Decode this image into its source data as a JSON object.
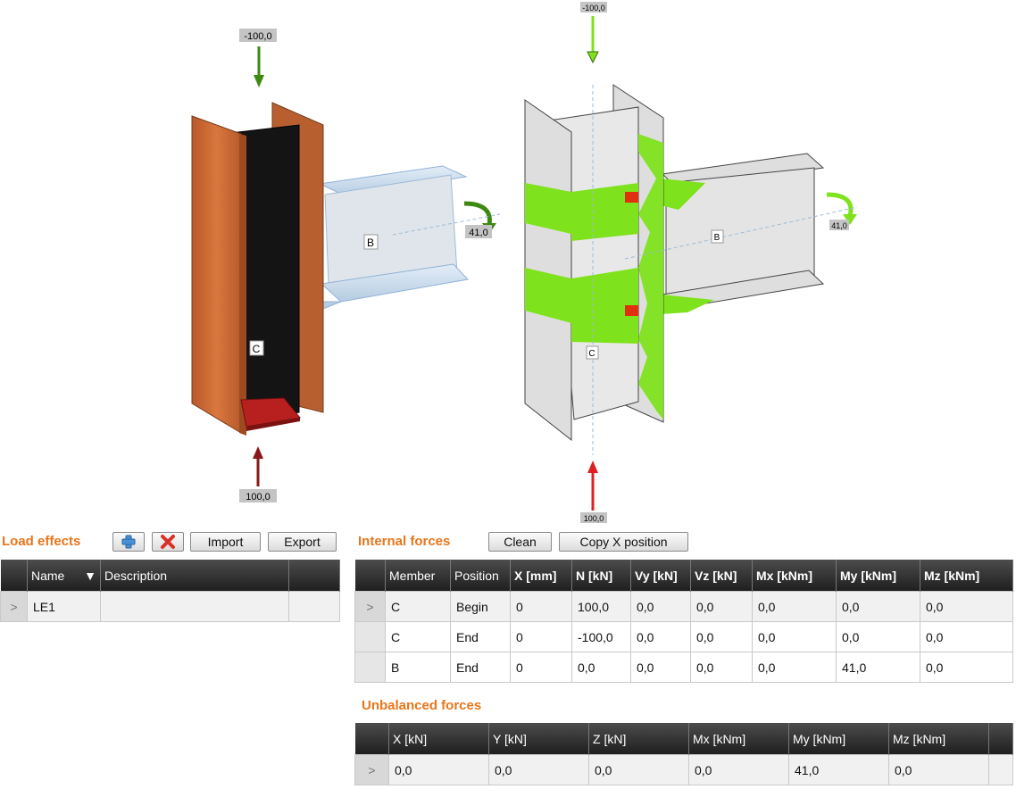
{
  "scene": {
    "left_model": {
      "load_top": "-100,0",
      "load_bottom": "100,0",
      "moment": "41,0",
      "label_column": "C",
      "label_beam": "B",
      "colors": {
        "flange": "#c8652e",
        "web": "#141414",
        "plate": "#b82020",
        "beam": "#c9dcef",
        "load_top": "#3d8a12",
        "load_bottom": "#8a1818"
      }
    },
    "right_model": {
      "load_top": "-100,0",
      "load_bottom": "100,0",
      "moment": "41,0",
      "label_column": "C",
      "label_beam": "B",
      "colors": {
        "body": "#dedede",
        "stress": "#7ee21c",
        "plastic": "#e03010",
        "load_top": "#7ee21c",
        "load_bottom": "#e02020"
      }
    }
  },
  "load_effects": {
    "title": "Load effects",
    "add_icon": "plus-icon",
    "delete_icon": "x-icon",
    "import_label": "Import",
    "export_label": "Export",
    "headers": {
      "name": "Name",
      "description": "Description"
    },
    "filter_icon": "filter-icon",
    "rows": [
      {
        "indicator": ">",
        "name": "LE1",
        "description": ""
      }
    ]
  },
  "internal_forces": {
    "title": "Internal forces",
    "clean_label": "Clean",
    "copy_label": "Copy X position",
    "headers": [
      "Member",
      "Position",
      "X [mm]",
      "N [kN]",
      "Vy [kN]",
      "Vz [kN]",
      "Mx [kNm]",
      "My [kNm]",
      "Mz [kNm]"
    ],
    "rows": [
      {
        "indicator": ">",
        "cells": [
          "C",
          "Begin",
          "0",
          "100,0",
          "0,0",
          "0,0",
          "0,0",
          "0,0",
          "0,0"
        ]
      },
      {
        "indicator": "",
        "cells": [
          "C",
          "End",
          "0",
          "-100,0",
          "0,0",
          "0,0",
          "0,0",
          "0,0",
          "0,0"
        ]
      },
      {
        "indicator": "",
        "cells": [
          "B",
          "End",
          "0",
          "0,0",
          "0,0",
          "0,0",
          "0,0",
          "41,0",
          "0,0"
        ]
      }
    ]
  },
  "unbalanced_forces": {
    "title": "Unbalanced forces",
    "headers": [
      "X [kN]",
      "Y [kN]",
      "Z [kN]",
      "Mx [kNm]",
      "My [kNm]",
      "Mz [kNm]"
    ],
    "rows": [
      {
        "indicator": ">",
        "cells": [
          "0,0",
          "0,0",
          "0,0",
          "0,0",
          "41,0",
          "0,0"
        ]
      }
    ]
  },
  "accent": "#e8751a"
}
